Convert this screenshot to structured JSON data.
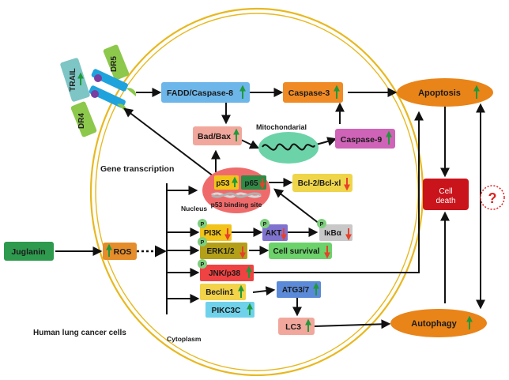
{
  "receptors": {
    "trail": "TRAIL",
    "dr5": "DR5",
    "dr4": "DR4"
  },
  "nodes": {
    "fadd": "FADD/Caspase-8",
    "caspase3": "Caspase-3",
    "bad_bax": "Bad/Bax",
    "mitochondrial": "Mitochondarial",
    "caspase9": "Caspase-9",
    "apoptosis": "Apoptosis",
    "p53": "p53",
    "p65": "p65",
    "p53_site": "p53 binding site",
    "bcl2": "Bcl-2/Bcl-xl",
    "cell_death": "Cell death",
    "pi3k": "PI3K",
    "akt": "AKT",
    "ikba": "IκBα",
    "juglanin": "Juglanin",
    "ros": "ROS",
    "erk": "ERK1/2",
    "cell_survival": "Cell survival",
    "jnk": "JNK/p38",
    "beclin1": "Beclin1",
    "pik3c3": "PIKC3C",
    "atg": "ATG3/7",
    "lc3": "LC3",
    "autophagy": "Autophagy",
    "question": "?"
  },
  "labels": {
    "gene_transcription": "Gene transcription",
    "nucleus": "Nucleus",
    "human_cells": "Human lung cancer cells",
    "cytoplasm": "Cytoplasm",
    "phospho": "P"
  },
  "colors": {
    "membrane": "#e8b820",
    "up": "#1f9a3a",
    "down": "#e8402a",
    "arrow": "#111111"
  }
}
